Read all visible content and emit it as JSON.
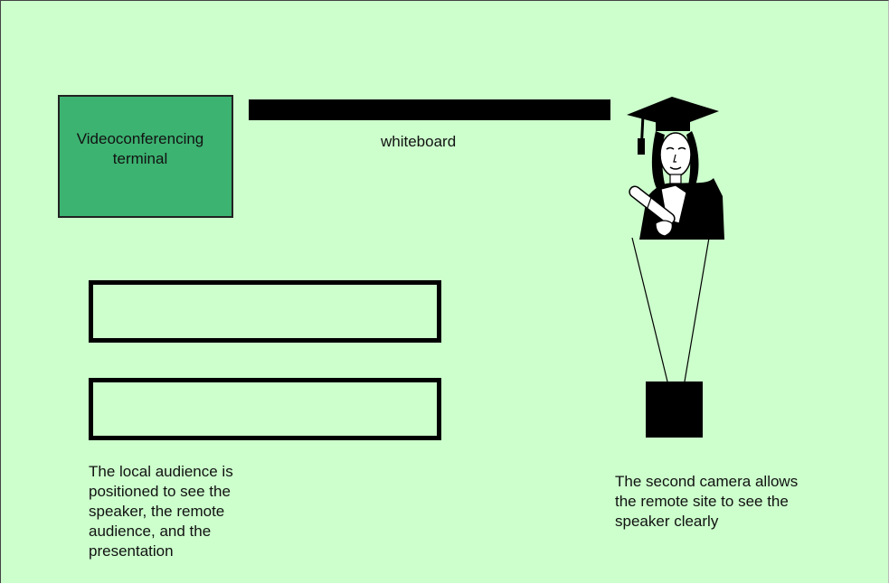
{
  "diagram": {
    "terminal_label": "Videoconferencing\nterminal",
    "whiteboard_label": "whiteboard",
    "audience_caption": "The local audience is\npositioned to see the\nspeaker, the remote\naudience, and the\npresentation",
    "camera_caption": "The second camera allows\nthe remote site to see the\nspeaker clearly",
    "colors": {
      "background": "#ccffcc",
      "terminal": "#3cb371",
      "ink": "#000000"
    },
    "icons": {
      "speaker": "graduate-figure-icon",
      "camera": "camera-box"
    }
  }
}
